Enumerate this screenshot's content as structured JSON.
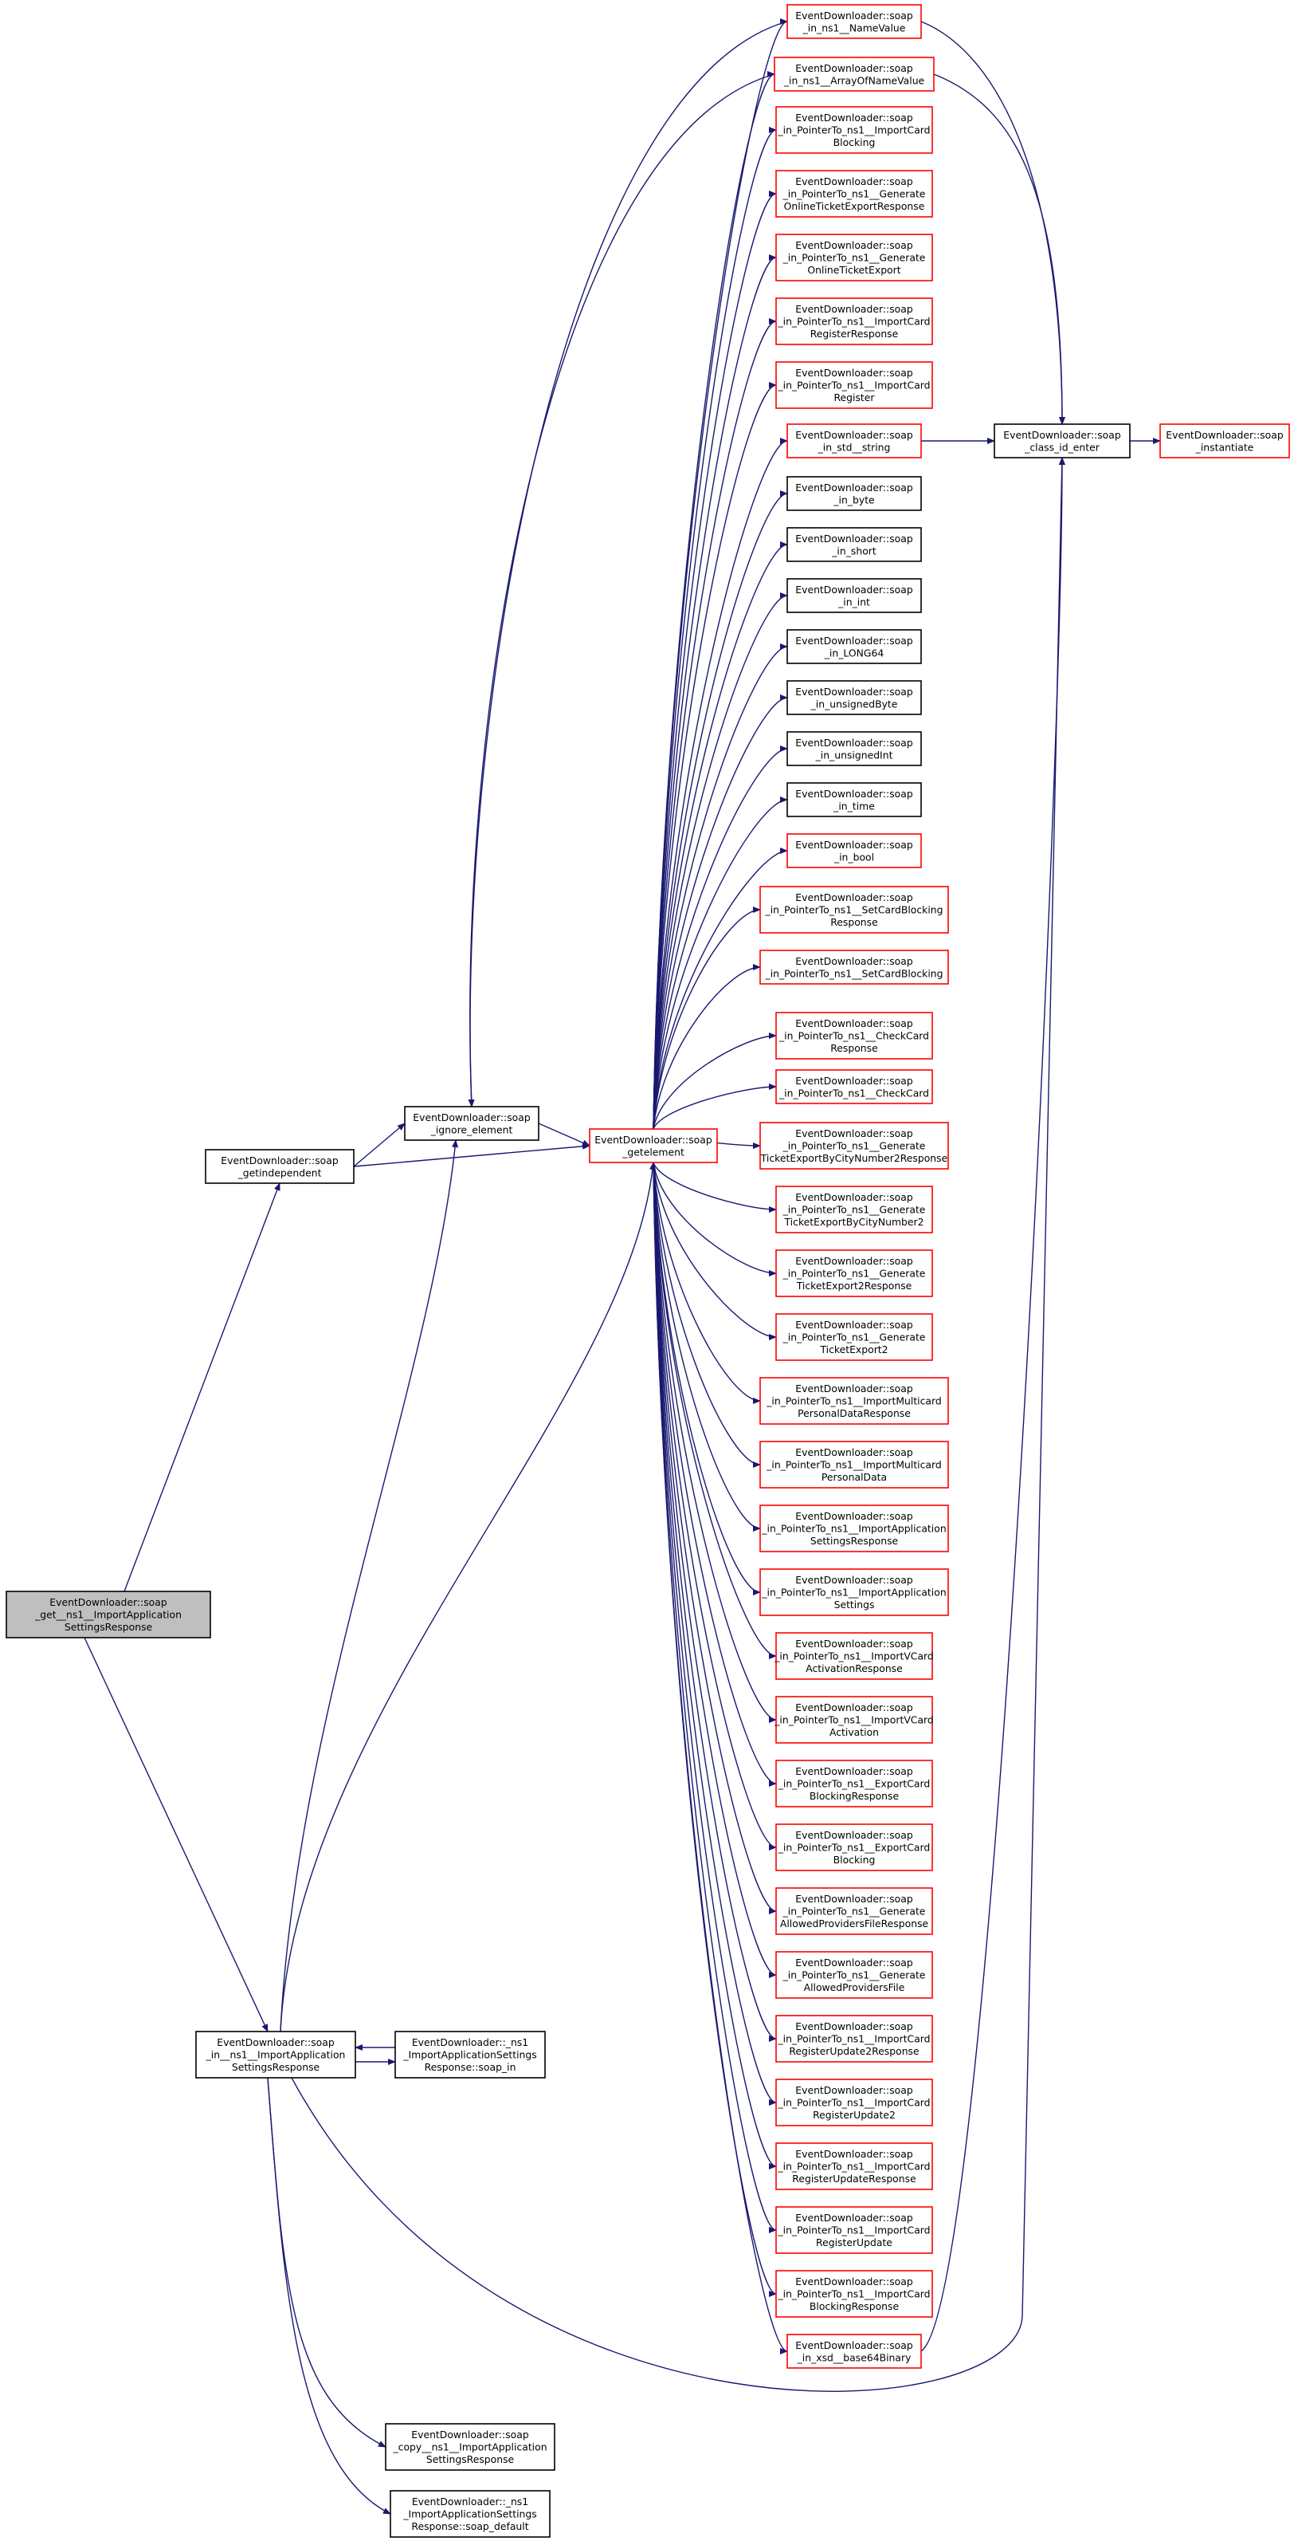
{
  "colors": {
    "edge": "#191970",
    "focus_fill": "#bfbfbf",
    "normal_border": "#000000",
    "truncated_border": "#ff0000",
    "background": "#ffffff"
  },
  "nodes": [
    {
      "id": "root",
      "lines": [
        "EventDownloader::soap",
        "_get__ns1__ImportApplication",
        "SettingsResponse"
      ],
      "style": "focus"
    },
    {
      "id": "getindependent",
      "lines": [
        "EventDownloader::soap",
        "_getindependent"
      ],
      "style": "normal"
    },
    {
      "id": "ignore",
      "lines": [
        "EventDownloader::soap",
        "_ignore_element"
      ],
      "style": "normal"
    },
    {
      "id": "getelement",
      "lines": [
        "EventDownloader::soap",
        "_getelement"
      ],
      "style": "truncated"
    },
    {
      "id": "in_main",
      "lines": [
        "EventDownloader::soap",
        "_in__ns1__ImportApplication",
        "SettingsResponse"
      ],
      "style": "normal"
    },
    {
      "id": "soap_in",
      "lines": [
        "EventDownloader::_ns1",
        "_ImportApplicationSettings",
        "Response::soap_in"
      ],
      "style": "normal"
    },
    {
      "id": "copy",
      "lines": [
        "EventDownloader::soap",
        "_copy__ns1__ImportApplication",
        "SettingsResponse"
      ],
      "style": "normal"
    },
    {
      "id": "default",
      "lines": [
        "EventDownloader::_ns1",
        "_ImportApplicationSettings",
        "Response::soap_default"
      ],
      "style": "normal"
    },
    {
      "id": "class_id",
      "lines": [
        "EventDownloader::soap",
        "_class_id_enter"
      ],
      "style": "normal"
    },
    {
      "id": "instantiate",
      "lines": [
        "EventDownloader::soap",
        "_instantiate"
      ],
      "style": "truncated"
    },
    {
      "id": "r0",
      "lines": [
        "EventDownloader::soap",
        "_in_ns1__NameValue"
      ],
      "style": "truncated"
    },
    {
      "id": "r1",
      "lines": [
        "EventDownloader::soap",
        "_in_ns1__ArrayOfNameValue"
      ],
      "style": "truncated"
    },
    {
      "id": "r2",
      "lines": [
        "EventDownloader::soap",
        "_in_PointerTo_ns1__ImportCard",
        "Blocking"
      ],
      "style": "truncated"
    },
    {
      "id": "r3",
      "lines": [
        "EventDownloader::soap",
        "_in_PointerTo_ns1__Generate",
        "OnlineTicketExportResponse"
      ],
      "style": "truncated"
    },
    {
      "id": "r4",
      "lines": [
        "EventDownloader::soap",
        "_in_PointerTo_ns1__Generate",
        "OnlineTicketExport"
      ],
      "style": "truncated"
    },
    {
      "id": "r5",
      "lines": [
        "EventDownloader::soap",
        "_in_PointerTo_ns1__ImportCard",
        "RegisterResponse"
      ],
      "style": "truncated"
    },
    {
      "id": "r6",
      "lines": [
        "EventDownloader::soap",
        "_in_PointerTo_ns1__ImportCard",
        "Register"
      ],
      "style": "truncated"
    },
    {
      "id": "r7",
      "lines": [
        "EventDownloader::soap",
        "_in_std__string"
      ],
      "style": "truncated"
    },
    {
      "id": "r8",
      "lines": [
        "EventDownloader::soap",
        "_in_byte"
      ],
      "style": "normal"
    },
    {
      "id": "r9",
      "lines": [
        "EventDownloader::soap",
        "_in_short"
      ],
      "style": "normal"
    },
    {
      "id": "r10",
      "lines": [
        "EventDownloader::soap",
        "_in_int"
      ],
      "style": "normal"
    },
    {
      "id": "r11",
      "lines": [
        "EventDownloader::soap",
        "_in_LONG64"
      ],
      "style": "normal"
    },
    {
      "id": "r12",
      "lines": [
        "EventDownloader::soap",
        "_in_unsignedByte"
      ],
      "style": "normal"
    },
    {
      "id": "r13",
      "lines": [
        "EventDownloader::soap",
        "_in_unsignedInt"
      ],
      "style": "normal"
    },
    {
      "id": "r14",
      "lines": [
        "EventDownloader::soap",
        "_in_time"
      ],
      "style": "normal"
    },
    {
      "id": "r15",
      "lines": [
        "EventDownloader::soap",
        "_in_bool"
      ],
      "style": "truncated"
    },
    {
      "id": "r16",
      "lines": [
        "EventDownloader::soap",
        "_in_PointerTo_ns1__SetCardBlocking",
        "Response"
      ],
      "style": "truncated"
    },
    {
      "id": "r17",
      "lines": [
        "EventDownloader::soap",
        "_in_PointerTo_ns1__SetCardBlocking"
      ],
      "style": "truncated"
    },
    {
      "id": "r18",
      "lines": [
        "EventDownloader::soap",
        "_in_PointerTo_ns1__CheckCard",
        "Response"
      ],
      "style": "truncated"
    },
    {
      "id": "r19",
      "lines": [
        "EventDownloader::soap",
        "_in_PointerTo_ns1__CheckCard"
      ],
      "style": "truncated"
    },
    {
      "id": "r20",
      "lines": [
        "EventDownloader::soap",
        "_in_PointerTo_ns1__Generate",
        "TicketExportByCityNumber2Response"
      ],
      "style": "truncated"
    },
    {
      "id": "r21",
      "lines": [
        "EventDownloader::soap",
        "_in_PointerTo_ns1__Generate",
        "TicketExportByCityNumber2"
      ],
      "style": "truncated"
    },
    {
      "id": "r22",
      "lines": [
        "EventDownloader::soap",
        "_in_PointerTo_ns1__Generate",
        "TicketExport2Response"
      ],
      "style": "truncated"
    },
    {
      "id": "r23",
      "lines": [
        "EventDownloader::soap",
        "_in_PointerTo_ns1__Generate",
        "TicketExport2"
      ],
      "style": "truncated"
    },
    {
      "id": "r24",
      "lines": [
        "EventDownloader::soap",
        "_in_PointerTo_ns1__ImportMulticard",
        "PersonalDataResponse"
      ],
      "style": "truncated"
    },
    {
      "id": "r25",
      "lines": [
        "EventDownloader::soap",
        "_in_PointerTo_ns1__ImportMulticard",
        "PersonalData"
      ],
      "style": "truncated"
    },
    {
      "id": "r26",
      "lines": [
        "EventDownloader::soap",
        "_in_PointerTo_ns1__ImportApplication",
        "SettingsResponse"
      ],
      "style": "truncated"
    },
    {
      "id": "r27",
      "lines": [
        "EventDownloader::soap",
        "_in_PointerTo_ns1__ImportApplication",
        "Settings"
      ],
      "style": "truncated"
    },
    {
      "id": "r28",
      "lines": [
        "EventDownloader::soap",
        "_in_PointerTo_ns1__ImportVCard",
        "ActivationResponse"
      ],
      "style": "truncated"
    },
    {
      "id": "r29",
      "lines": [
        "EventDownloader::soap",
        "_in_PointerTo_ns1__ImportVCard",
        "Activation"
      ],
      "style": "truncated"
    },
    {
      "id": "r30",
      "lines": [
        "EventDownloader::soap",
        "_in_PointerTo_ns1__ExportCard",
        "BlockingResponse"
      ],
      "style": "truncated"
    },
    {
      "id": "r31",
      "lines": [
        "EventDownloader::soap",
        "_in_PointerTo_ns1__ExportCard",
        "Blocking"
      ],
      "style": "truncated"
    },
    {
      "id": "r32",
      "lines": [
        "EventDownloader::soap",
        "_in_PointerTo_ns1__Generate",
        "AllowedProvidersFileResponse"
      ],
      "style": "truncated"
    },
    {
      "id": "r33",
      "lines": [
        "EventDownloader::soap",
        "_in_PointerTo_ns1__Generate",
        "AllowedProvidersFile"
      ],
      "style": "truncated"
    },
    {
      "id": "r34",
      "lines": [
        "EventDownloader::soap",
        "_in_PointerTo_ns1__ImportCard",
        "RegisterUpdate2Response"
      ],
      "style": "truncated"
    },
    {
      "id": "r35",
      "lines": [
        "EventDownloader::soap",
        "_in_PointerTo_ns1__ImportCard",
        "RegisterUpdate2"
      ],
      "style": "truncated"
    },
    {
      "id": "r36",
      "lines": [
        "EventDownloader::soap",
        "_in_PointerTo_ns1__ImportCard",
        "RegisterUpdateResponse"
      ],
      "style": "truncated"
    },
    {
      "id": "r37",
      "lines": [
        "EventDownloader::soap",
        "_in_PointerTo_ns1__ImportCard",
        "RegisterUpdate"
      ],
      "style": "truncated"
    },
    {
      "id": "r38",
      "lines": [
        "EventDownloader::soap",
        "_in_PointerTo_ns1__ImportCard",
        "BlockingResponse"
      ],
      "style": "truncated"
    },
    {
      "id": "r39",
      "lines": [
        "EventDownloader::soap",
        "_in_xsd__base64Binary"
      ],
      "style": "truncated"
    }
  ],
  "edges": [
    [
      "root",
      "getindependent"
    ],
    [
      "root",
      "in_main"
    ],
    [
      "getindependent",
      "ignore"
    ],
    [
      "getindependent",
      "getelement"
    ],
    [
      "ignore",
      "getelement"
    ],
    [
      "in_main",
      "ignore"
    ],
    [
      "in_main",
      "getelement"
    ],
    [
      "in_main",
      "soap_in"
    ],
    [
      "soap_in",
      "in_main"
    ],
    [
      "in_main",
      "copy"
    ],
    [
      "in_main",
      "default"
    ],
    [
      "in_main",
      "class_id"
    ],
    [
      "getelement",
      "r0"
    ],
    [
      "getelement",
      "r1"
    ],
    [
      "getelement",
      "r2"
    ],
    [
      "getelement",
      "r3"
    ],
    [
      "getelement",
      "r4"
    ],
    [
      "getelement",
      "r5"
    ],
    [
      "getelement",
      "r6"
    ],
    [
      "getelement",
      "r7"
    ],
    [
      "getelement",
      "r8"
    ],
    [
      "getelement",
      "r9"
    ],
    [
      "getelement",
      "r10"
    ],
    [
      "getelement",
      "r11"
    ],
    [
      "getelement",
      "r12"
    ],
    [
      "getelement",
      "r13"
    ],
    [
      "getelement",
      "r14"
    ],
    [
      "getelement",
      "r15"
    ],
    [
      "getelement",
      "r16"
    ],
    [
      "getelement",
      "r17"
    ],
    [
      "getelement",
      "r18"
    ],
    [
      "getelement",
      "r19"
    ],
    [
      "getelement",
      "r20"
    ],
    [
      "getelement",
      "r21"
    ],
    [
      "getelement",
      "r22"
    ],
    [
      "getelement",
      "r23"
    ],
    [
      "getelement",
      "r24"
    ],
    [
      "getelement",
      "r25"
    ],
    [
      "getelement",
      "r26"
    ],
    [
      "getelement",
      "r27"
    ],
    [
      "getelement",
      "r28"
    ],
    [
      "getelement",
      "r29"
    ],
    [
      "getelement",
      "r30"
    ],
    [
      "getelement",
      "r31"
    ],
    [
      "getelement",
      "r32"
    ],
    [
      "getelement",
      "r33"
    ],
    [
      "getelement",
      "r34"
    ],
    [
      "getelement",
      "r35"
    ],
    [
      "getelement",
      "r36"
    ],
    [
      "getelement",
      "r37"
    ],
    [
      "getelement",
      "r38"
    ],
    [
      "getelement",
      "r39"
    ],
    [
      "r0",
      "ignore"
    ],
    [
      "r1",
      "ignore"
    ],
    [
      "r0",
      "class_id"
    ],
    [
      "r1",
      "class_id"
    ],
    [
      "r7",
      "class_id"
    ],
    [
      "r39",
      "class_id"
    ],
    [
      "class_id",
      "instantiate"
    ]
  ]
}
